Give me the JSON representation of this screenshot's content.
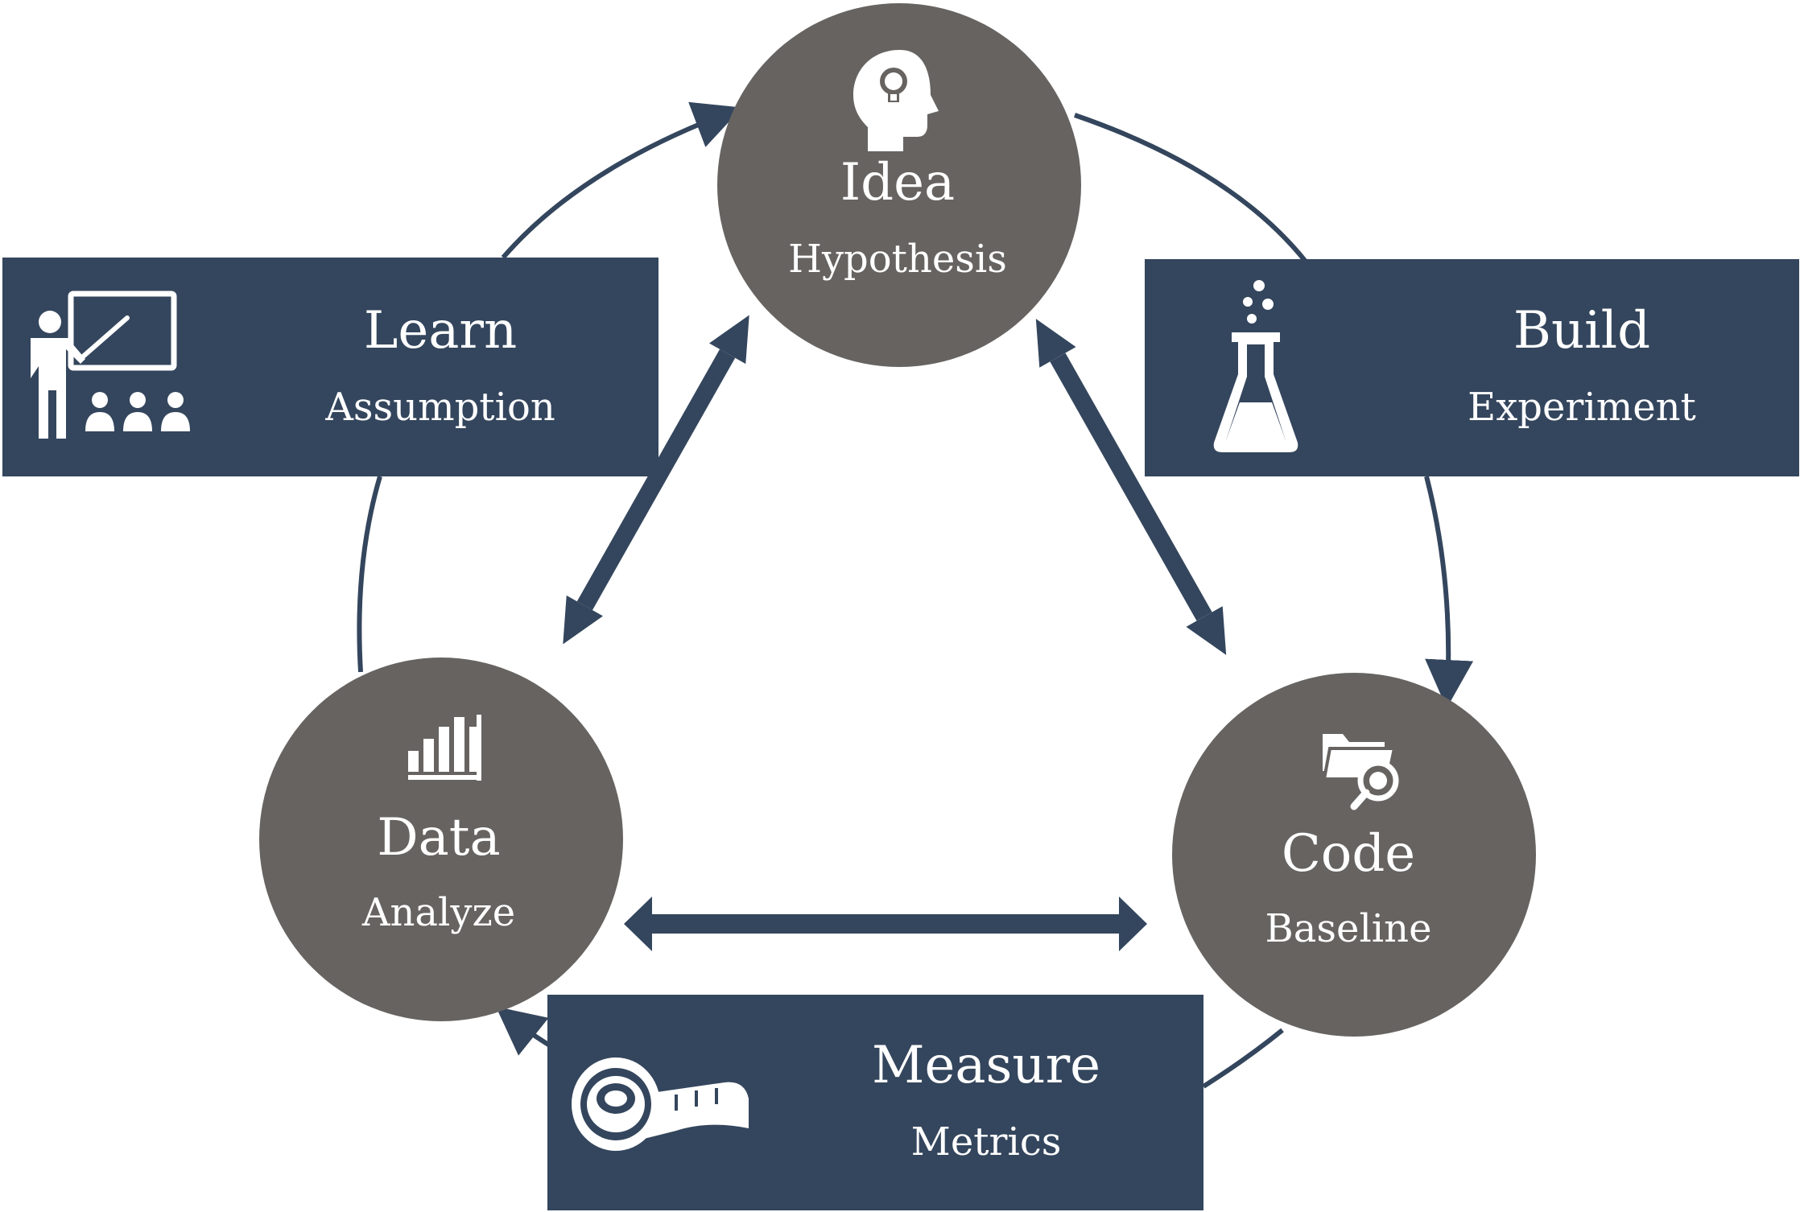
{
  "colors": {
    "navy": "#34465d",
    "gray": "#666361",
    "white": "#ffffff",
    "background": "#ffffff"
  },
  "nodes": {
    "idea": {
      "title": "Idea",
      "subtitle": "Hypothesis",
      "icon": "head-lightbulb-icon"
    },
    "data": {
      "title": "Data",
      "subtitle": "Analyze",
      "icon": "bar-chart-icon"
    },
    "code": {
      "title": "Code",
      "subtitle": "Baseline",
      "icon": "folder-search-icon"
    }
  },
  "stages": {
    "learn": {
      "title": "Learn",
      "subtitle": "Assumption",
      "icon": "teacher-presentation-icon"
    },
    "build": {
      "title": "Build",
      "subtitle": "Experiment",
      "icon": "flask-icon"
    },
    "measure": {
      "title": "Measure",
      "subtitle": "Metrics",
      "icon": "tape-measure-icon"
    }
  }
}
